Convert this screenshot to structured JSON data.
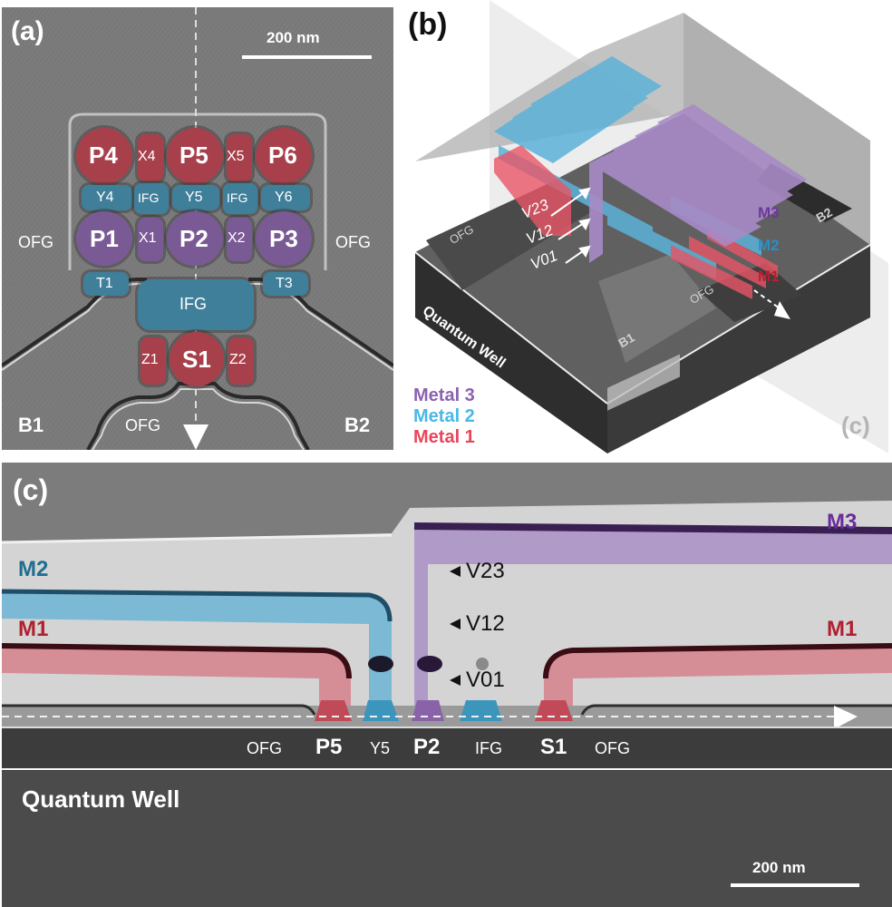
{
  "panel_a": {
    "label": "(a)",
    "scale_bar": "200 nm",
    "gates_row1": [
      "P4",
      "X4",
      "P5",
      "X5",
      "P6"
    ],
    "gates_row2": [
      "Y4",
      "IFG",
      "Y5",
      "IFG",
      "Y6"
    ],
    "gates_row3": [
      "P1",
      "X1",
      "P2",
      "X2",
      "P3"
    ],
    "gates_row4": [
      "T1",
      "IFG",
      "T3"
    ],
    "gates_row5": [
      "Z1",
      "S1",
      "Z2"
    ],
    "region_labels": {
      "ofg_left": "OFG",
      "ofg_right": "OFG",
      "ofg_bottom": "OFG",
      "b1": "B1",
      "b2": "B2"
    }
  },
  "panel_b": {
    "label": "(b)",
    "vias": [
      "V23",
      "V12",
      "V01"
    ],
    "layers": [
      "M3",
      "M2",
      "M1"
    ],
    "surface_labels": {
      "ofg_left": "OFG",
      "ofg_right": "OFG",
      "b1": "B1",
      "b2": "B2",
      "quantum_well": "Quantum Well"
    },
    "legend": [
      {
        "label": "Metal 3",
        "color": "#8a62b0"
      },
      {
        "label": "Metal 2",
        "color": "#4ab8e6"
      },
      {
        "label": "Metal 1",
        "color": "#e8465a"
      }
    ],
    "cut_plane_label": "(c)"
  },
  "panel_c": {
    "label": "(c)",
    "layers": {
      "m3": "M3",
      "m2": "M2",
      "m1_left": "M1",
      "m1_right": "M1"
    },
    "vias": [
      "V23",
      "V12",
      "V01"
    ],
    "gate_labels": [
      "OFG",
      "P5",
      "Y5",
      "P2",
      "IFG",
      "S1",
      "OFG"
    ],
    "quantum_well": "Quantum Well",
    "scale_bar": "200 nm"
  },
  "colors": {
    "metal1": "#c0404e",
    "metal2": "#3a8fb0",
    "metal3": "#8a62b0",
    "m1_label": "#b02030",
    "m2_label": "#1f6e92",
    "m3_label": "#6a2c9a"
  }
}
